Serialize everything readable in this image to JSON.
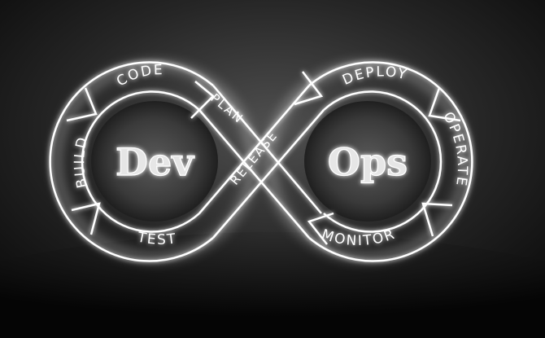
{
  "left_title": "Dev",
  "right_title": "Ops",
  "stages": {
    "code": "CODE",
    "build": "BUILD",
    "test": "TEST",
    "plan": "PLAN",
    "release": "RELEASE",
    "deploy": "DEPLOY",
    "operate": "OPERATE",
    "monitor": "MONITOR"
  },
  "colors": {
    "background": "#0e0e0e",
    "line": "#ffffff",
    "glow": "#ffffff"
  }
}
